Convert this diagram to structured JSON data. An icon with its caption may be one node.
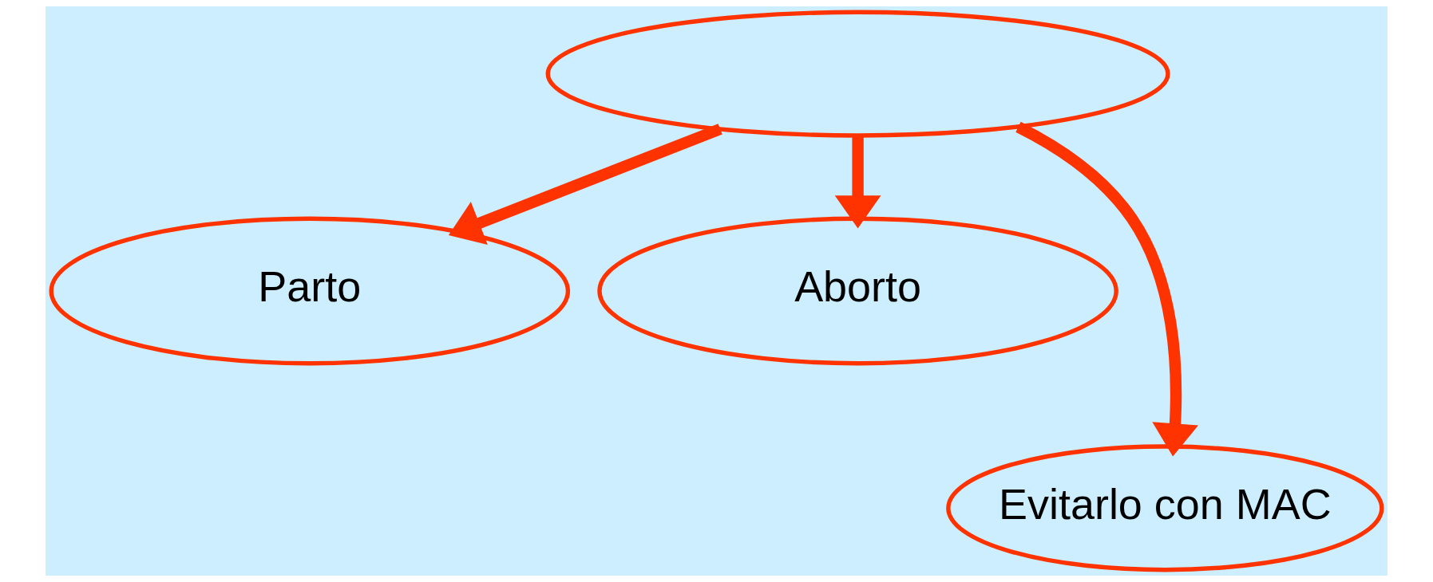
{
  "diagram": {
    "nodes": [
      {
        "text": [],
        "shape": "ellipse"
      },
      {
        "text": [
          "Parto"
        ]
      },
      {
        "text": [
          "Aborto"
        ]
      },
      {
        "text": [
          "Evitarlo con MAC"
        ]
      }
    ],
    "edges": [
      {
        "from": 0,
        "to": 1,
        "arrow": "to"
      },
      {
        "from": 0,
        "to": 3,
        "arrow": "to"
      },
      {
        "from": 0,
        "to": 2,
        "arrow": "to"
      }
    ]
  }
}
